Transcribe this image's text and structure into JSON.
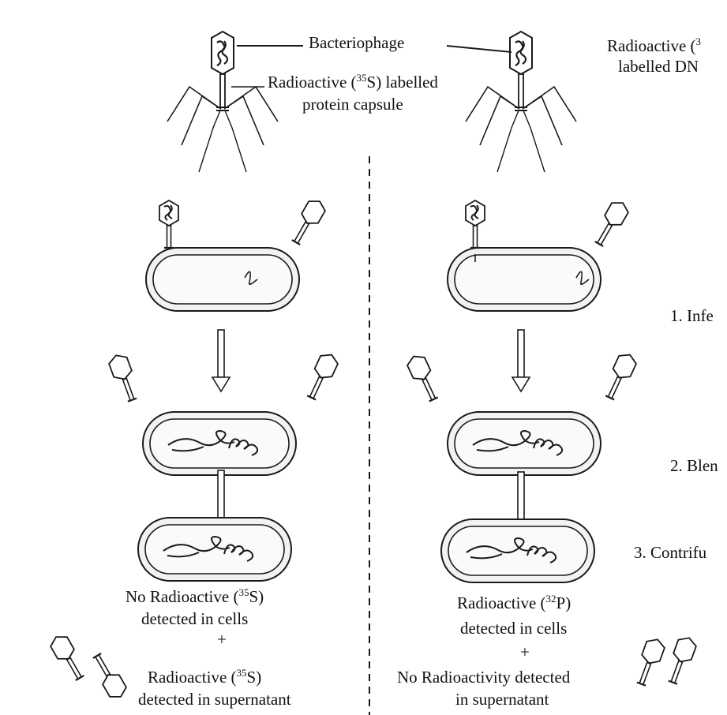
{
  "labels": {
    "bacteriophage": "Bacteriophage",
    "protein_capsule_line1_pre": "Radioactive (",
    "protein_capsule_line1_sup": "35",
    "protein_capsule_line1_post": "S) labelled",
    "protein_capsule_line2": "protein capsule",
    "dna_line1_pre": "Radioactive (",
    "dna_line1_sup": "3",
    "dna_line2": "labelled DN"
  },
  "steps": {
    "infection": "1. Infe",
    "blending": "2. Blen",
    "centrifugation": "3. Contrifu"
  },
  "left_results": {
    "cells_line1_pre": "No Radioactive (",
    "cells_line1_sup": "35",
    "cells_line1_post": "S)",
    "cells_line2": "detected in cells",
    "plus": "+",
    "super_line1_pre": "Radioactive (",
    "super_line1_sup": "35",
    "super_line1_post": "S)",
    "super_line2": "detected in supernatant"
  },
  "right_results": {
    "cells_line1_pre": "Radioactive (",
    "cells_line1_sup": "32",
    "cells_line1_post": "P)",
    "cells_line2": "detected in cells",
    "plus": "+",
    "super_line1": "No Radioactivity detected",
    "super_line2": "in supernatant"
  },
  "colors": {
    "ink": "#1a1a1a",
    "cell_fill": "#f2f2f2",
    "background": "#ffffff"
  }
}
